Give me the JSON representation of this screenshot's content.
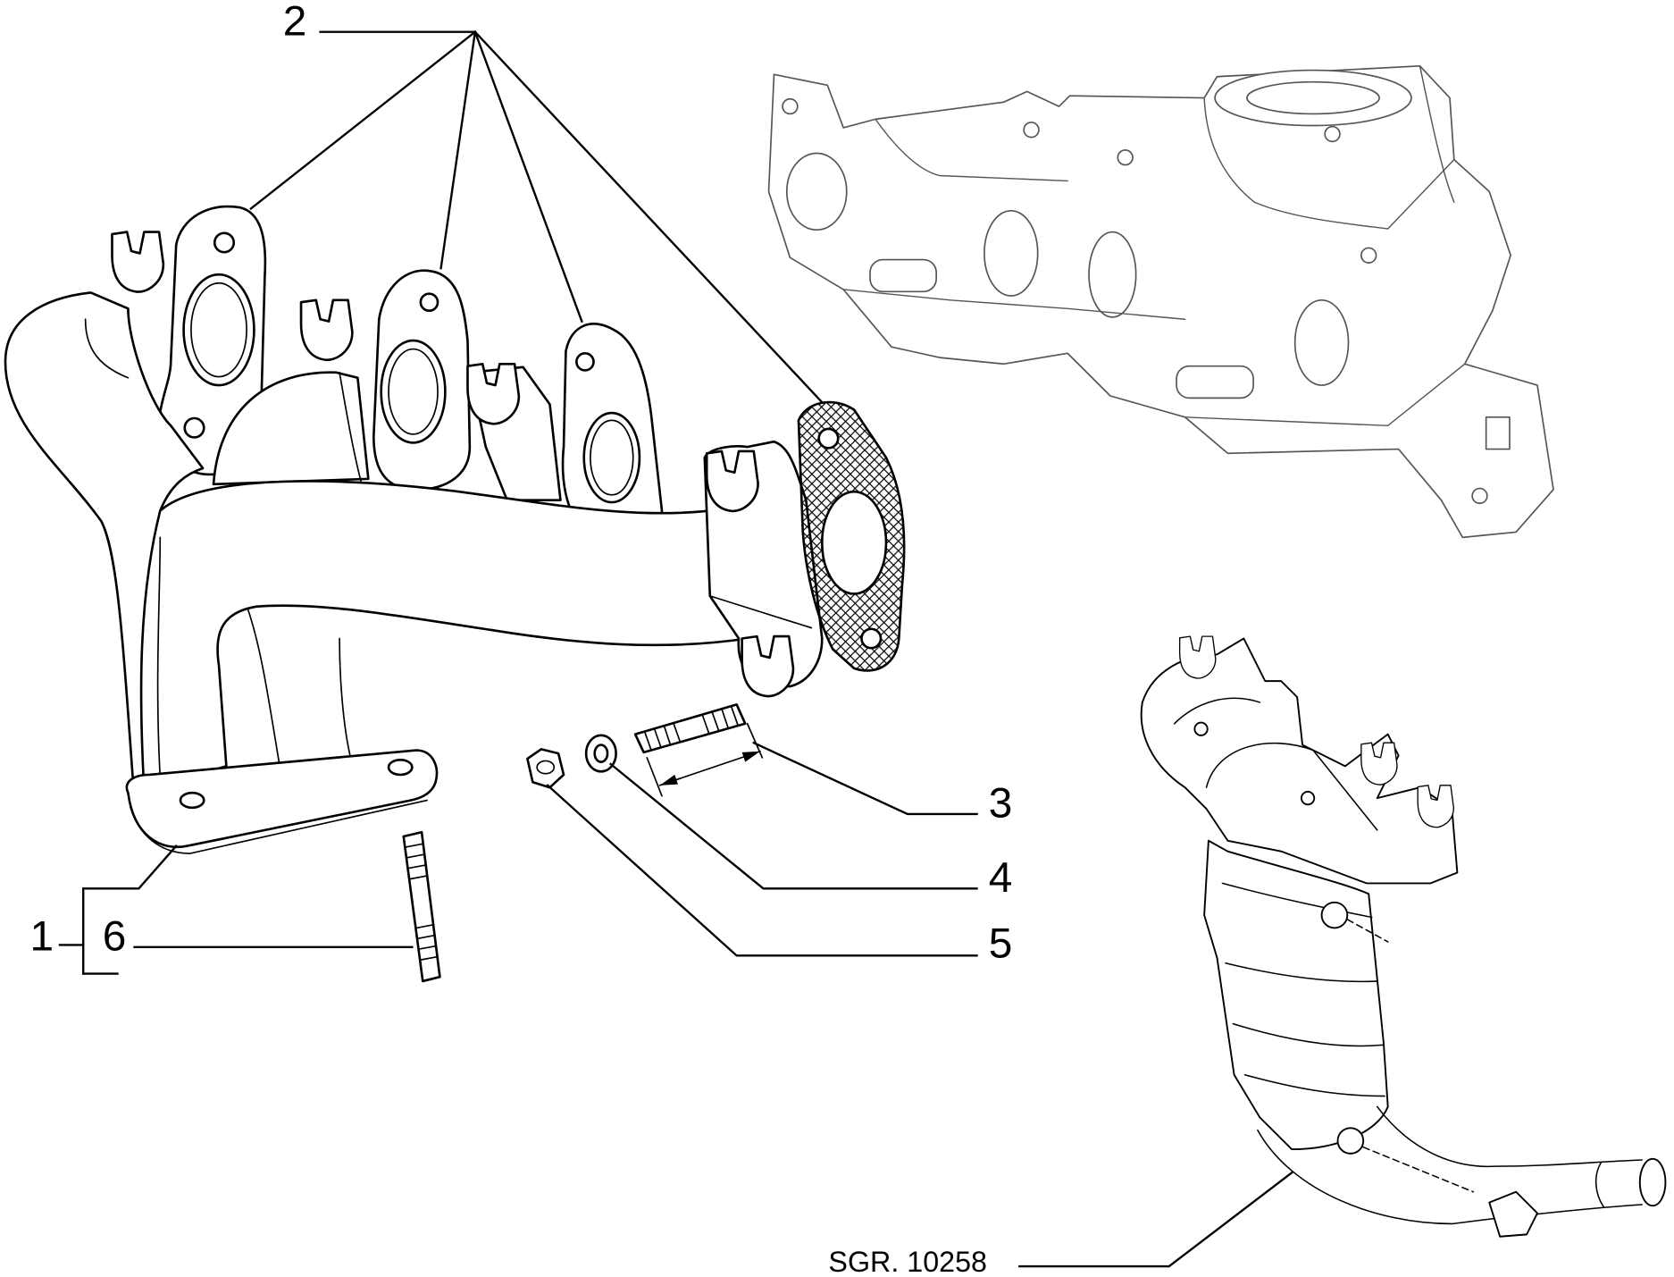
{
  "callouts": {
    "c1": "1",
    "c2": "2",
    "c3": "3",
    "c4": "4",
    "c5": "5",
    "c6": "6"
  },
  "reference": "SGR. 10258",
  "colors": {
    "line": "#000000",
    "background": "#ffffff",
    "reference_view": "#555555"
  }
}
